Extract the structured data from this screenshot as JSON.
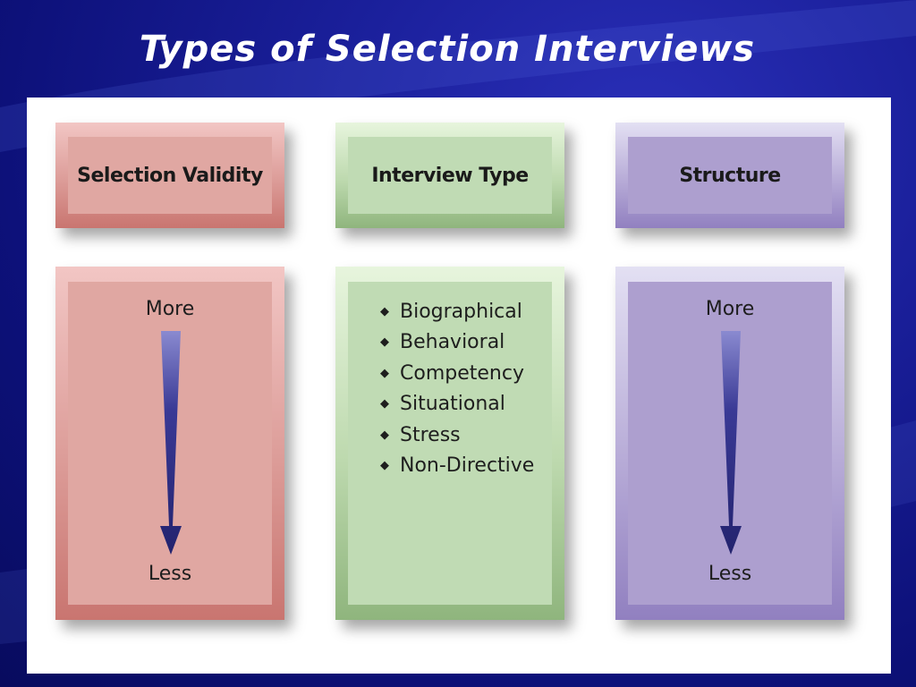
{
  "title": "Types of Selection Interviews",
  "columns": [
    {
      "header": "Selection Validity",
      "top_label": "More",
      "bottom_label": "Less"
    },
    {
      "header": "Interview Type",
      "items": [
        "Biographical",
        "Behavioral",
        "Competency",
        "Situational",
        "Stress",
        "Non-Directive"
      ]
    },
    {
      "header": "Structure",
      "top_label": "More",
      "bottom_label": "Less"
    }
  ],
  "colors": {
    "background": "#10148a",
    "red": "#e0a7a2",
    "green": "#c0dbb4",
    "purple": "#ad9fcf",
    "arrow": "#2a2a7a"
  },
  "icons": {
    "bullet": "diamond-icon",
    "arrow": "down-arrow-icon"
  }
}
